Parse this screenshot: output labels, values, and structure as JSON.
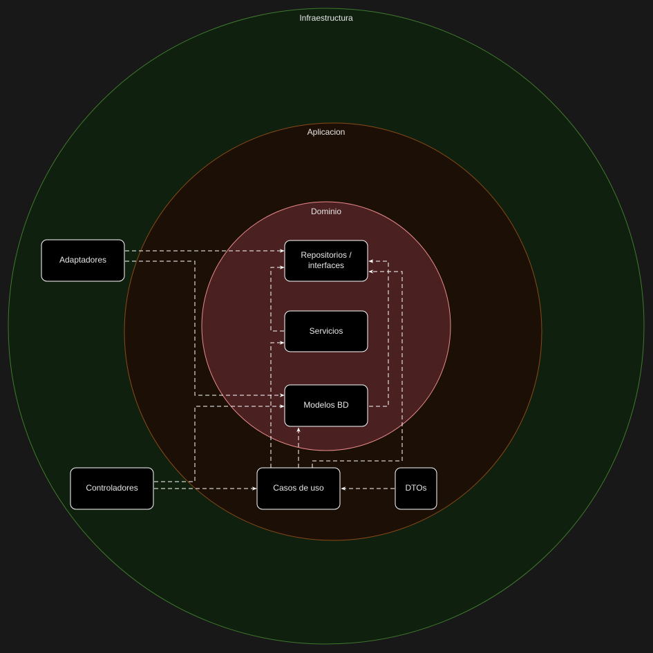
{
  "colors": {
    "background": "#181818",
    "infraestructura_fill": "#10200f",
    "infraestructura_stroke": "#3f7a2c",
    "aplicacion_fill": "#1c0f06",
    "aplicacion_stroke": "#8a4b16",
    "dominio_fill": "#4a2020",
    "dominio_stroke": "#e88c8c",
    "node_fill": "#000000",
    "node_stroke": "#ffffff",
    "edge": "#ffffff"
  },
  "layers": {
    "infraestructura": "Infraestructura",
    "aplicacion": "Aplicacion",
    "dominio": "Dominio"
  },
  "nodes": {
    "repositorios_line1": "Repositorios /",
    "repositorios_line2": "interfaces",
    "servicios": "Servicios",
    "modelos_bd": "Modelos BD",
    "adaptadores": "Adaptadores",
    "controladores": "Controladores",
    "casos_de_uso": "Casos de uso",
    "dtos": "DTOs"
  }
}
